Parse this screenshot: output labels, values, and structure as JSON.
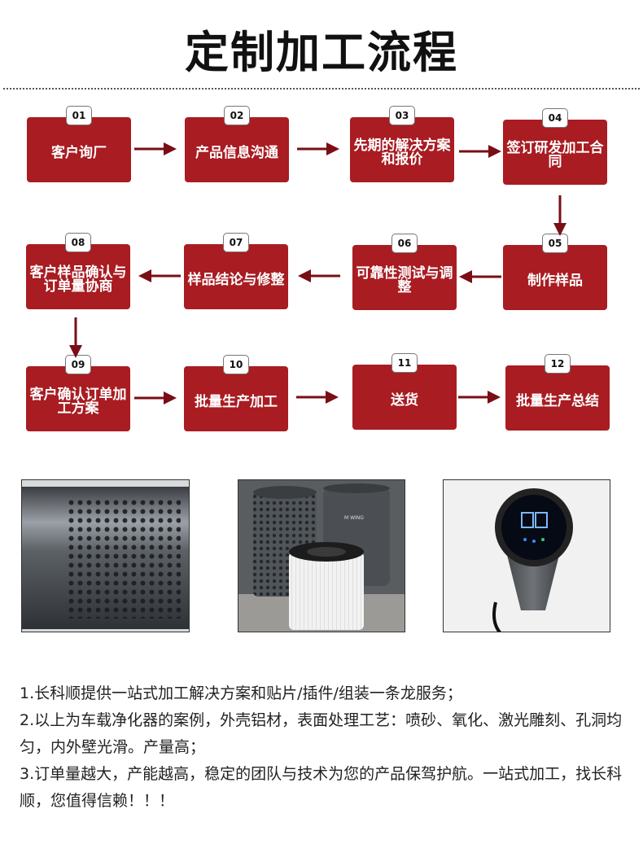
{
  "page_title": "定制加工流程",
  "steps": [
    {
      "num": "01",
      "label": "客户询厂"
    },
    {
      "num": "02",
      "label": "产品信息沟通"
    },
    {
      "num": "03",
      "label": "先期的解决方案和报价"
    },
    {
      "num": "04",
      "label": "签订研发加工合同"
    },
    {
      "num": "05",
      "label": "制作样品"
    },
    {
      "num": "06",
      "label": "可靠性测试与调整"
    },
    {
      "num": "07",
      "label": "样品结论与修整"
    },
    {
      "num": "08",
      "label": "客户样品确认与订单量协商"
    },
    {
      "num": "09",
      "label": "客户确认订单加工方案"
    },
    {
      "num": "10",
      "label": "批量生产加工"
    },
    {
      "num": "11",
      "label": "送货"
    },
    {
      "num": "12",
      "label": "批量生产总结"
    }
  ],
  "photos": {
    "label": "M WING"
  },
  "notes": [
    "1.长科顺提供一站式加工解决方案和贴片/插件/组装一条龙服务；",
    "2.以上为车载净化器的案例，外壳铝材，表面处理工艺：喷砂、氧化、激光雕刻、孔洞均匀，内外壁光滑。产量高；",
    "3.订单量越大，产能越高，稳定的团队与技术为您的产品保驾护航。一站式加工，找长科顺，您值得信赖！！！"
  ],
  "colors": {
    "accent": "#a81c22",
    "arrow": "#7a0e14"
  }
}
